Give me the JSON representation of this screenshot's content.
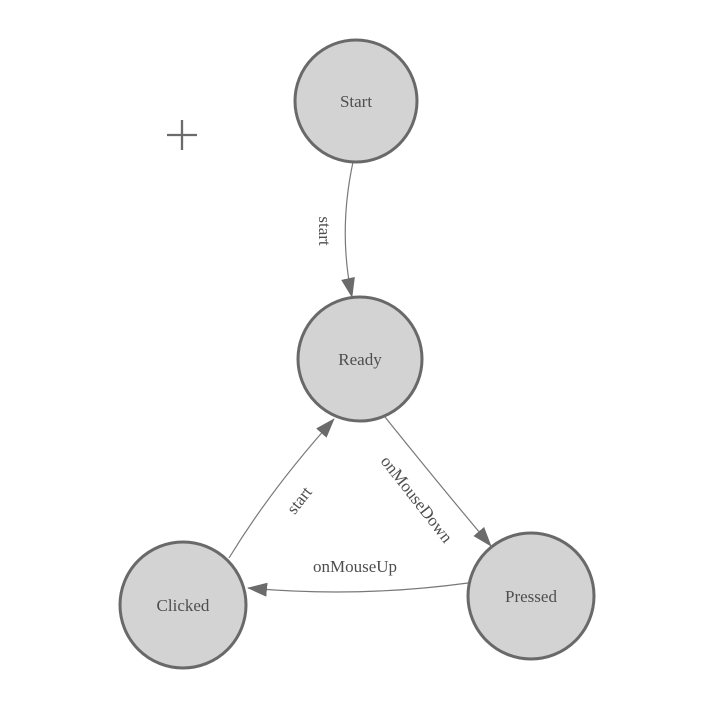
{
  "canvas": {
    "background": "#ffffff"
  },
  "colors": {
    "node_fill": "#d3d3d3",
    "node_border": "#696969",
    "edge_line": "#787878",
    "arrowhead": "#6b6b6b",
    "text": "#4e4e4e"
  },
  "cursor": {
    "type": "crosshair-plus"
  },
  "nodes": [
    {
      "id": "start",
      "label": "Start"
    },
    {
      "id": "ready",
      "label": "Ready"
    },
    {
      "id": "clicked",
      "label": "Clicked"
    },
    {
      "id": "pressed",
      "label": "Pressed"
    }
  ],
  "edges": [
    {
      "id": "start-to-ready",
      "from": "Start",
      "to": "Ready",
      "label": "start"
    },
    {
      "id": "ready-to-pressed",
      "from": "Ready",
      "to": "Pressed",
      "label": "onMouseDown"
    },
    {
      "id": "pressed-to-clicked",
      "from": "Pressed",
      "to": "Clicked",
      "label": "onMouseUp"
    },
    {
      "id": "clicked-to-ready",
      "from": "Clicked",
      "to": "Ready",
      "label": "start"
    }
  ]
}
